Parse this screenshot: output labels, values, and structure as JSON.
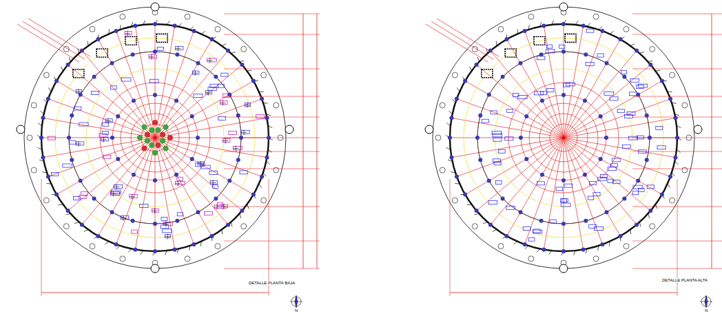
{
  "diagram": {
    "labels": [
      "DETALLE PLANTA BAJA",
      "N",
      "DETALLE PLANTA ALTA",
      "N"
    ]
  }
}
